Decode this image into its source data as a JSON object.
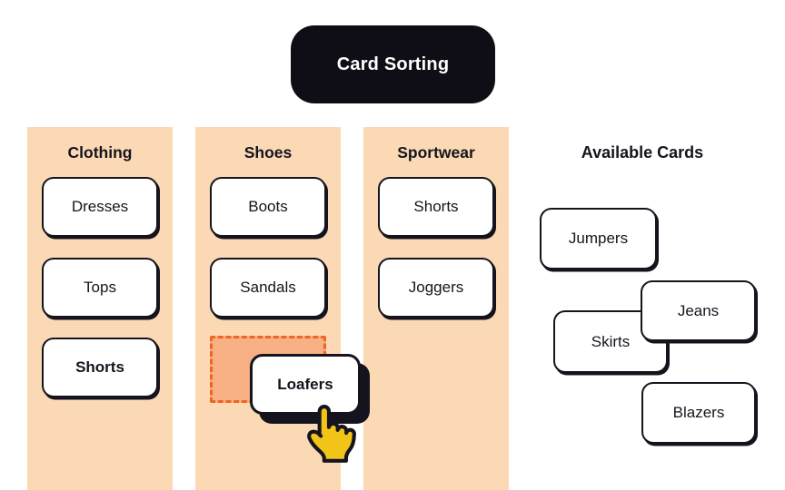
{
  "title_badge": {
    "label": "Card Sorting"
  },
  "columns": [
    {
      "label": "Clothing",
      "cards": [
        {
          "label": "Dresses"
        },
        {
          "label": "Tops"
        },
        {
          "label": "Shorts"
        }
      ]
    },
    {
      "label": "Shoes",
      "cards": [
        {
          "label": "Boots"
        },
        {
          "label": "Sandals"
        }
      ],
      "has_dropzone": true
    },
    {
      "label": "Sportwear",
      "cards": [
        {
          "label": "Shorts"
        },
        {
          "label": "Joggers"
        }
      ]
    }
  ],
  "drag": {
    "card_label": "Loafers",
    "cursor_icon": "pointer-hand-icon"
  },
  "available": {
    "label": "Available Cards",
    "cards": [
      {
        "label": "Jumpers"
      },
      {
        "label": "Jeans"
      },
      {
        "label": "Skirts"
      },
      {
        "label": "Blazers"
      }
    ]
  },
  "colors": {
    "column_bg": "#FBD9B4",
    "dropzone_fill": "#F7B083",
    "dropzone_border": "#EE6426",
    "ink": "#15141E",
    "badge_bg": "#0F0E17",
    "card_bg": "#FFFFFF",
    "hand_yellow": "#F2C418"
  }
}
